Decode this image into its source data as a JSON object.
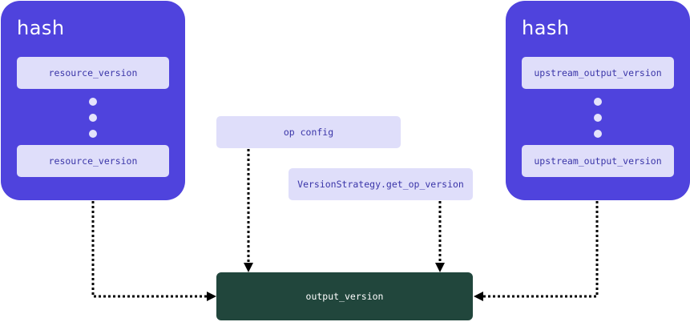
{
  "left_panel": {
    "title": "hash",
    "top_chip": "resource_version",
    "bottom_chip": "resource_version"
  },
  "right_panel": {
    "title": "hash",
    "top_chip": "upstream_output_version",
    "bottom_chip": "upstream_output_version"
  },
  "op_config": "op config",
  "version_strategy": "VersionStrategy.get_op_version",
  "output": "output_version",
  "colors": {
    "panel": "#4f43dd",
    "chip": "#dfdefa",
    "chip_text": "#3a35a8",
    "output": "#21463c",
    "arrow": "#000000"
  }
}
